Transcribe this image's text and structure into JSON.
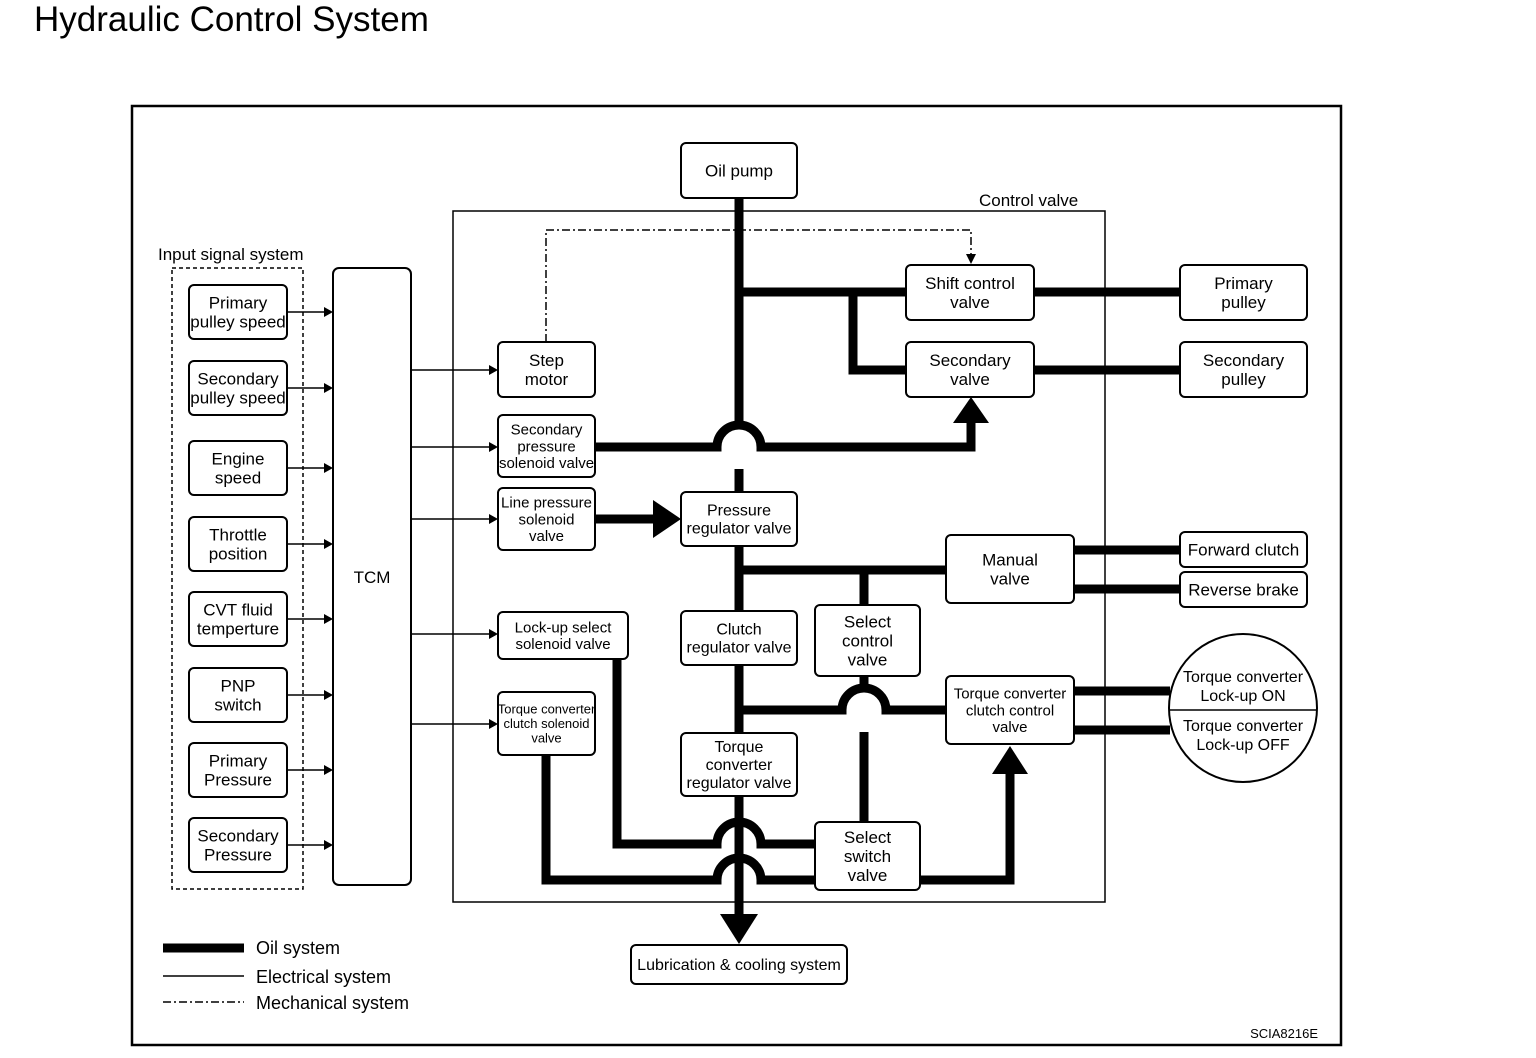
{
  "title": "Hydraulic Control System",
  "labels": {
    "input_signal_system": "Input signal system",
    "control_valve": "Control valve",
    "tcm": "TCM",
    "code": "SCIA8216E"
  },
  "inputs": [
    [
      "Primary",
      "pulley speed"
    ],
    [
      "Secondary",
      "pulley speed"
    ],
    [
      "Engine",
      "speed"
    ],
    [
      "Throttle",
      "position"
    ],
    [
      "CVT fluid",
      "temperture"
    ],
    [
      "PNP",
      "switch"
    ],
    [
      "Primary",
      "Pressure"
    ],
    [
      "Secondary",
      "Pressure"
    ]
  ],
  "solenoids": {
    "step_motor": [
      "Step",
      "motor"
    ],
    "secondary_pressure_solenoid": [
      "Secondary",
      "pressure",
      "solenoid valve"
    ],
    "line_pressure_solenoid": [
      "Line pressure",
      "solenoid",
      "valve"
    ],
    "lockup_select_solenoid": [
      "Lock-up select",
      "solenoid valve"
    ],
    "tc_clutch_solenoid": [
      "Torque converter",
      "clutch solenoid",
      "valve"
    ]
  },
  "valves": {
    "oil_pump": [
      "Oil pump"
    ],
    "shift_control": [
      "Shift control",
      "valve"
    ],
    "secondary_valve": [
      "Secondary",
      "valve"
    ],
    "pressure_regulator": [
      "Pressure",
      "regulator valve"
    ],
    "manual_valve": [
      "Manual",
      "valve"
    ],
    "clutch_regulator": [
      "Clutch",
      "regulator valve"
    ],
    "select_control": [
      "Select",
      "control",
      "valve"
    ],
    "tc_clutch_control": [
      "Torque converter",
      "clutch control",
      "valve"
    ],
    "tc_regulator": [
      "Torque",
      "converter",
      "regulator valve"
    ],
    "select_switch": [
      "Select",
      "switch",
      "valve"
    ],
    "lubrication": [
      "Lubrication & cooling system"
    ]
  },
  "outputs": {
    "primary_pulley": [
      "Primary",
      "pulley"
    ],
    "secondary_pulley": [
      "Secondary",
      "pulley"
    ],
    "forward_clutch": [
      "Forward clutch"
    ],
    "reverse_brake": [
      "Reverse brake"
    ],
    "lockup_on": [
      "Torque converter",
      "Lock-up ON"
    ],
    "lockup_off": [
      "Torque converter",
      "Lock-up OFF"
    ]
  },
  "legend": {
    "oil": "Oil system",
    "electrical": "Electrical system",
    "mechanical": "Mechanical system"
  }
}
